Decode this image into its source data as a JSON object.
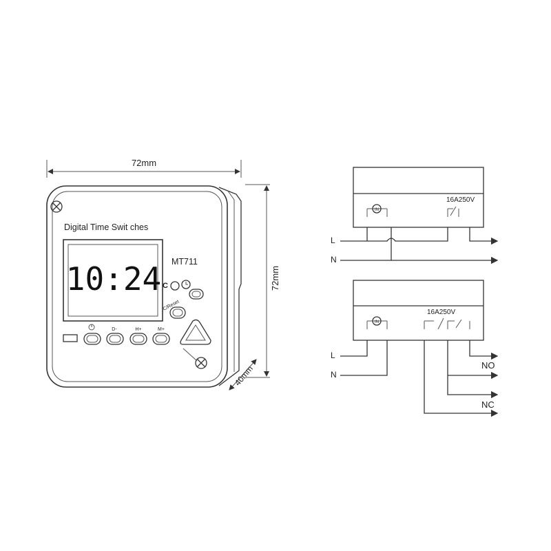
{
  "device": {
    "brand_label": "Digital Time Swit ches",
    "model": "MT711",
    "time": "10:24",
    "side_label_c": "C",
    "reset_label": "C/Reset",
    "btn_labels": [
      "⏻",
      "D-",
      "H+",
      "M+"
    ]
  },
  "dimensions": {
    "width": "72mm",
    "height": "72mm",
    "depth": "40mm"
  },
  "wiring_top": {
    "rating": "16A250V",
    "coil": "IN",
    "line_l": "L",
    "line_n": "N"
  },
  "wiring_bottom": {
    "rating": "16A250V",
    "coil": "IN",
    "line_l": "L",
    "line_n": "N",
    "out_no": "NO",
    "out_nc": "NC"
  },
  "colors": {
    "line": "#333333",
    "background": "#ffffff"
  }
}
